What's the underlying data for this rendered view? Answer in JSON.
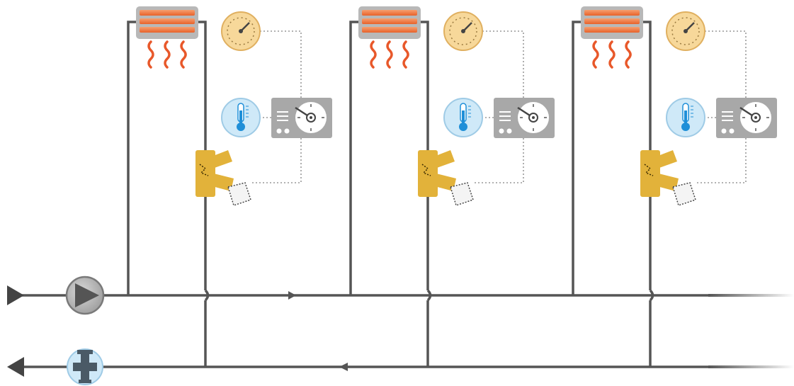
{
  "diagram": {
    "zones": [
      {
        "id": "zone-1",
        "components": [
          "radiator",
          "heat-waves",
          "pressure-gauge",
          "thermometer-sensor",
          "controller",
          "actuated-valve"
        ]
      },
      {
        "id": "zone-2",
        "components": [
          "radiator",
          "heat-waves",
          "pressure-gauge",
          "thermometer-sensor",
          "controller",
          "actuated-valve"
        ]
      },
      {
        "id": "zone-3",
        "components": [
          "radiator",
          "heat-waves",
          "pressure-gauge",
          "thermometer-sensor",
          "controller",
          "actuated-valve"
        ]
      }
    ],
    "supply_line": {
      "direction": "right",
      "components": [
        "inlet-arrow",
        "circulation-pump",
        "flow-arrow"
      ]
    },
    "return_line": {
      "direction": "left",
      "components": [
        "outlet-arrow",
        "balancing-valve",
        "flow-arrow"
      ]
    }
  },
  "colors": {
    "pipe": "#555555",
    "radiator_body": "#b8b8b8",
    "radiator_fins": "#f07a3a",
    "heat_wave": "#e8582a",
    "gauge_face": "#f7d89a",
    "thermo_bg": "#cfe9f8",
    "thermo_fluid": "#1f8fd8",
    "controller": "#a8a8a8",
    "valve": "#e2b23a",
    "signal_line": "#999999"
  }
}
